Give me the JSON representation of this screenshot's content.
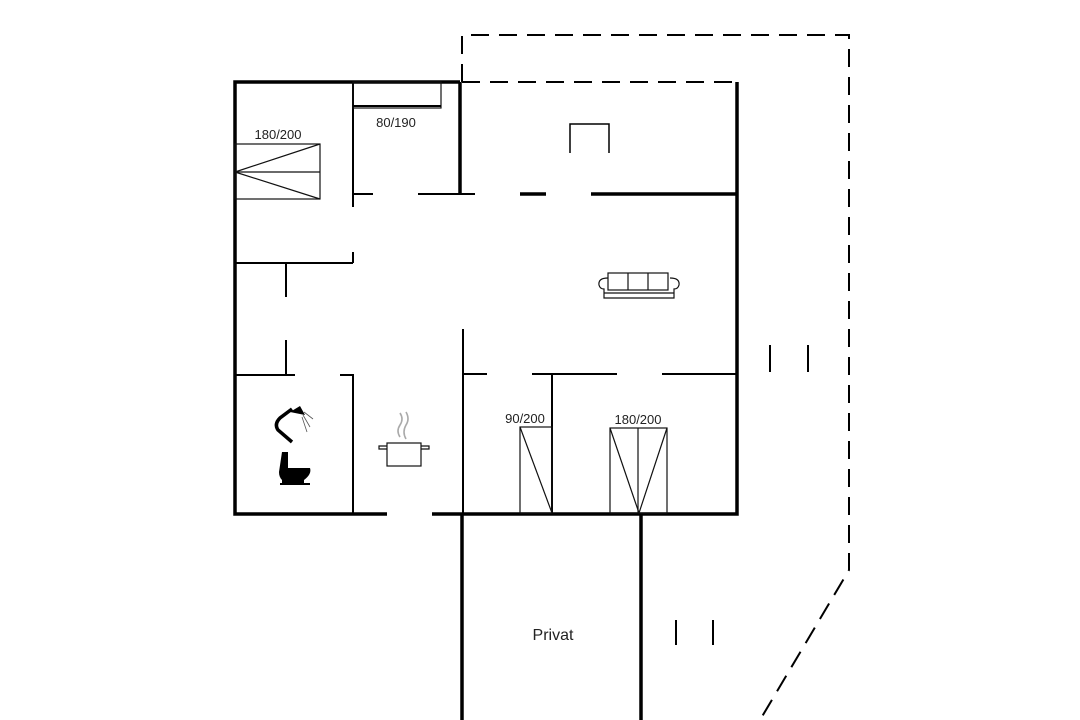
{
  "plan": {
    "labels": {
      "bed_master": "180/200",
      "bed_small": "80/190",
      "bed_single": "90/200",
      "bed_double": "180/200",
      "private_area": "Privat"
    },
    "icons": [
      "shower-icon",
      "toilet-icon",
      "cooking-pot-icon",
      "sofa-icon",
      "fireplace-icon"
    ]
  }
}
